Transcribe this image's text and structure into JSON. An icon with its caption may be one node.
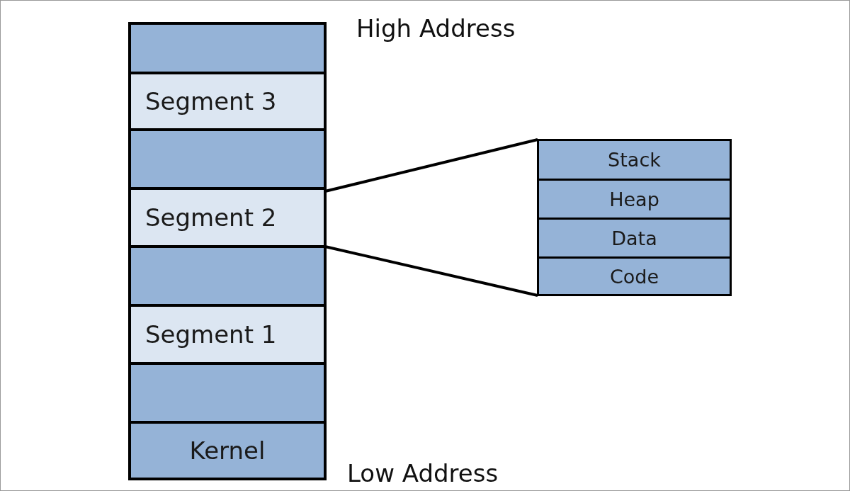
{
  "diagram": {
    "nodes": [
      {
        "text": [],
        "shape": "box"
      },
      {
        "text": [
          "Segment 3"
        ]
      },
      {
        "text": [],
        "shape": "box"
      },
      {
        "text": [
          "Segment 2"
        ]
      },
      {
        "text": [],
        "shape": "box"
      },
      {
        "text": [
          "Segment 1"
        ]
      },
      {
        "text": [],
        "shape": "box"
      },
      {
        "text": [
          "Kernel"
        ]
      },
      {
        "text": [],
        "shape": "box"
      },
      {
        "text": [
          "Stack"
        ],
        "in": 8
      },
      {
        "text": [
          "Heap"
        ],
        "in": 8
      },
      {
        "text": [
          "Data"
        ],
        "in": 8
      },
      {
        "text": [
          "Code"
        ],
        "in": 8
      }
    ],
    "edges": [
      {
        "from": 3,
        "to": 8,
        "arrow": "none"
      },
      {
        "from": 3,
        "to": 8,
        "arrow": "none"
      }
    ],
    "labels": [
      "High Address",
      "Low Address"
    ]
  }
}
